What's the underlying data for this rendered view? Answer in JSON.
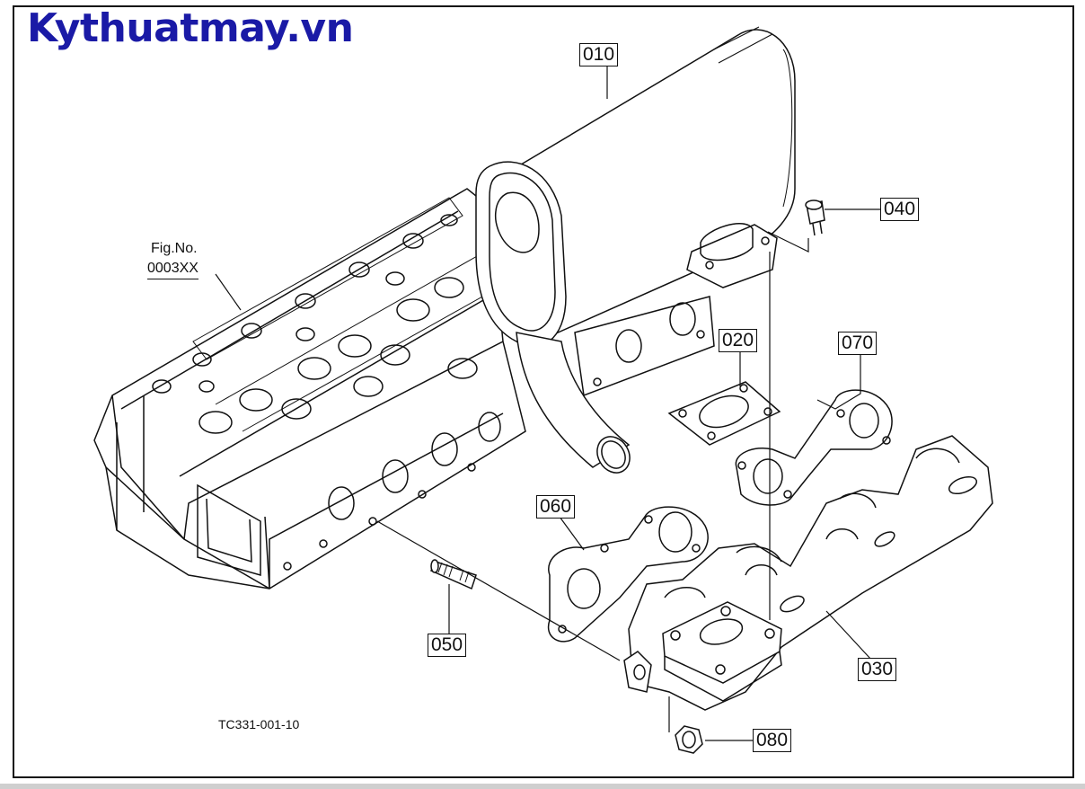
{
  "brand": {
    "text": "Kythuatmay.vn",
    "color": "#1a1aa6"
  },
  "figure_reference": {
    "label": "Fig.No.",
    "number": "0003XX"
  },
  "drawing_code": "TC331-001-10",
  "parts": [
    {
      "id": "010"
    },
    {
      "id": "020"
    },
    {
      "id": "030"
    },
    {
      "id": "040"
    },
    {
      "id": "050"
    },
    {
      "id": "060"
    },
    {
      "id": "070"
    },
    {
      "id": "080"
    }
  ]
}
